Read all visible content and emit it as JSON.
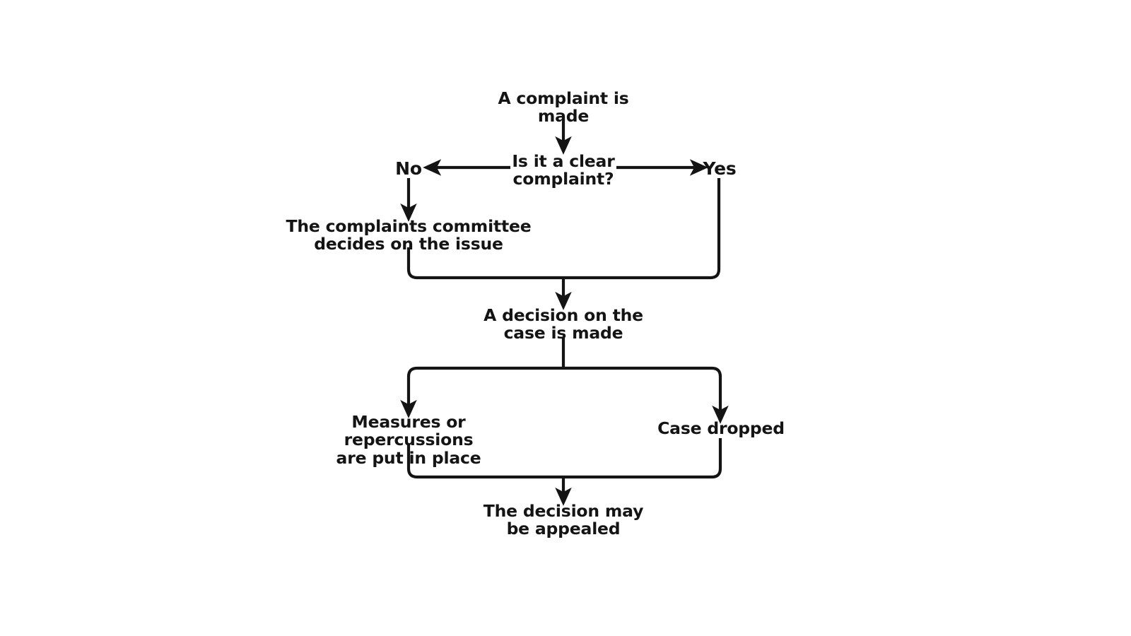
{
  "diagram": {
    "type": "flowchart",
    "orientation": "top-down",
    "background_color": "#ffffff",
    "line_color": "#141414",
    "text_color": "#141414",
    "nodes": [
      {
        "id": "start",
        "label": "A complaint is\nmade"
      },
      {
        "id": "decision",
        "label": "Is it a clear\ncomplaint?"
      },
      {
        "id": "no",
        "label": "No"
      },
      {
        "id": "yes",
        "label": "Yes"
      },
      {
        "id": "committee",
        "label": "The complaints committee\ndecides on the issue"
      },
      {
        "id": "case",
        "label": "A decision on the\ncase is made"
      },
      {
        "id": "measures",
        "label": "Measures or repercussions\nare put in place"
      },
      {
        "id": "dropped",
        "label": "Case dropped"
      },
      {
        "id": "appeal",
        "label": "The decision may\nbe appealed"
      }
    ],
    "edges": [
      {
        "from": "start",
        "to": "decision",
        "label": "",
        "style": "arrow-down"
      },
      {
        "from": "decision",
        "to": "no",
        "label": "No",
        "style": "arrow-left"
      },
      {
        "from": "decision",
        "to": "yes",
        "label": "Yes",
        "style": "arrow-right"
      },
      {
        "from": "no",
        "to": "committee",
        "label": "",
        "style": "arrow-down"
      },
      {
        "from": "committee",
        "to": "case",
        "label": "",
        "style": "merge-down"
      },
      {
        "from": "yes",
        "to": "case",
        "label": "",
        "style": "merge-down"
      },
      {
        "from": "case",
        "to": "measures",
        "label": "",
        "style": "split-down"
      },
      {
        "from": "case",
        "to": "dropped",
        "label": "",
        "style": "split-down"
      },
      {
        "from": "measures",
        "to": "appeal",
        "label": "",
        "style": "merge-down"
      },
      {
        "from": "dropped",
        "to": "appeal",
        "label": "",
        "style": "merge-down"
      }
    ]
  }
}
